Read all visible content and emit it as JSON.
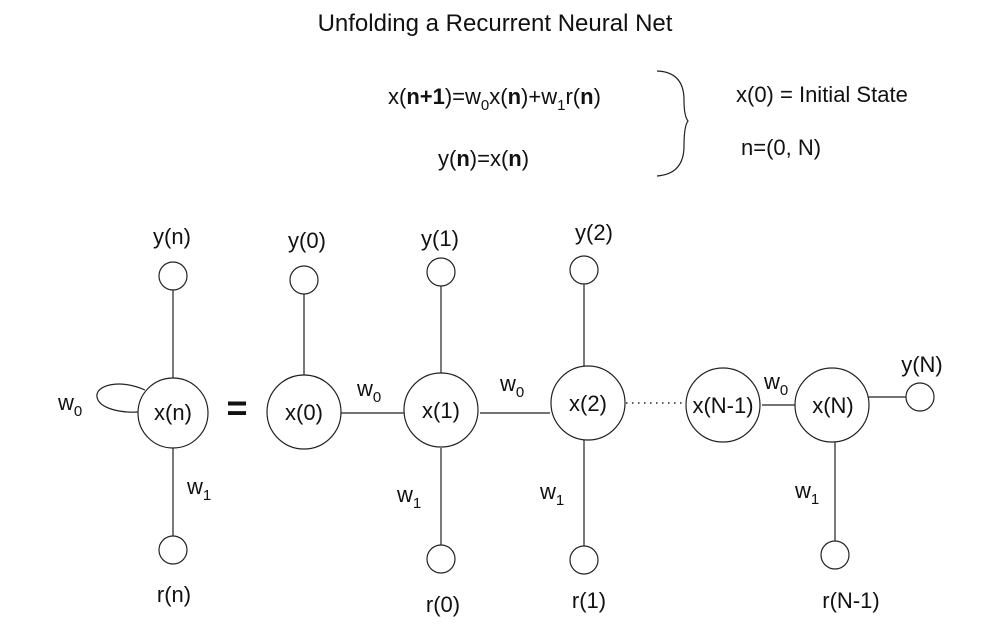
{
  "title": "Unfolding a Recurrent Neural Net",
  "equations": {
    "state_update": {
      "lhs": "x(",
      "n1": "n+1",
      "mid1": ")=w",
      "sub0": "0",
      "mid2": "x(",
      "n2": "n",
      "mid3": ")+w",
      "sub1": "1",
      "mid4": "r(",
      "n3": "n",
      "end": ")"
    },
    "output": {
      "a": "y(",
      "n1": "n",
      "b": ")=x(",
      "n2": "n",
      "c": ")"
    }
  },
  "conditions": {
    "initial": "x(0) = Initial State",
    "range": "n=(0, N)"
  },
  "equals_sign": "=",
  "folded": {
    "state": "x(n)",
    "output": "y(n)",
    "input": "r(n)",
    "recurrent_weight": {
      "base": "w",
      "sub": "0"
    },
    "input_weight": {
      "base": "w",
      "sub": "1"
    }
  },
  "unfolded": {
    "states": [
      "x(0)",
      "x(1)",
      "x(2)",
      "x(N-1)",
      "x(N)"
    ],
    "outputs": [
      "y(0)",
      "y(1)",
      "y(2)",
      "y(N)"
    ],
    "inputs": [
      "r(0)",
      "r(1)",
      "r(N-1)"
    ],
    "recurrent_weight": {
      "base": "w",
      "sub": "0"
    },
    "input_weight": {
      "base": "w",
      "sub": "1"
    }
  },
  "colors": {
    "stroke": "#222222",
    "text": "#111111",
    "background": "#ffffff"
  }
}
